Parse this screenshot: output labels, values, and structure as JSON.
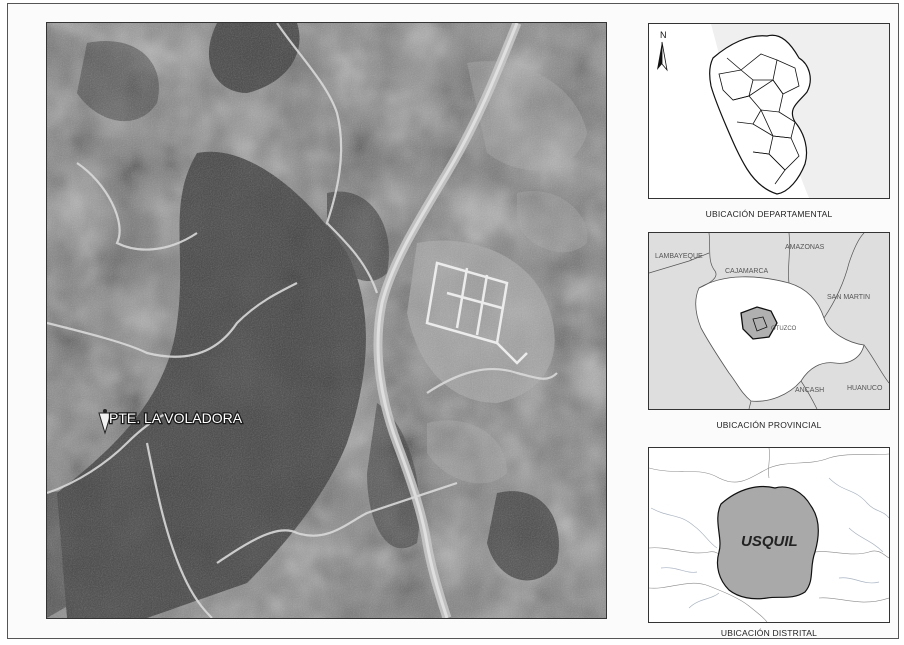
{
  "main_map": {
    "place_label": "PTE. LA VOLADORA",
    "marker_icon": "map-pin-icon"
  },
  "insets": {
    "departmental": {
      "caption": "UBICACIÓN DEPARTAMENTAL",
      "north_label": "N",
      "north_icon": "north-arrow-icon"
    },
    "provincial": {
      "caption": "UBICACIÓN PROVINCIAL",
      "regions": [
        "LAMBAYEQUE",
        "AMAZONAS",
        "CAJAMARCA",
        "SAN MARTIN",
        "OTUZCO",
        "ANCASH",
        "HUANUCO"
      ]
    },
    "district": {
      "caption": "UBICACIÓN DISTRITAL",
      "label": "USQUIL"
    }
  },
  "colors": {
    "frame": "#333333",
    "highlight_fill": "#a9a9a9",
    "region_fill": "#dedede",
    "imagery_dark": "#3d3d3d",
    "imagery_light": "#8e8e8e"
  }
}
